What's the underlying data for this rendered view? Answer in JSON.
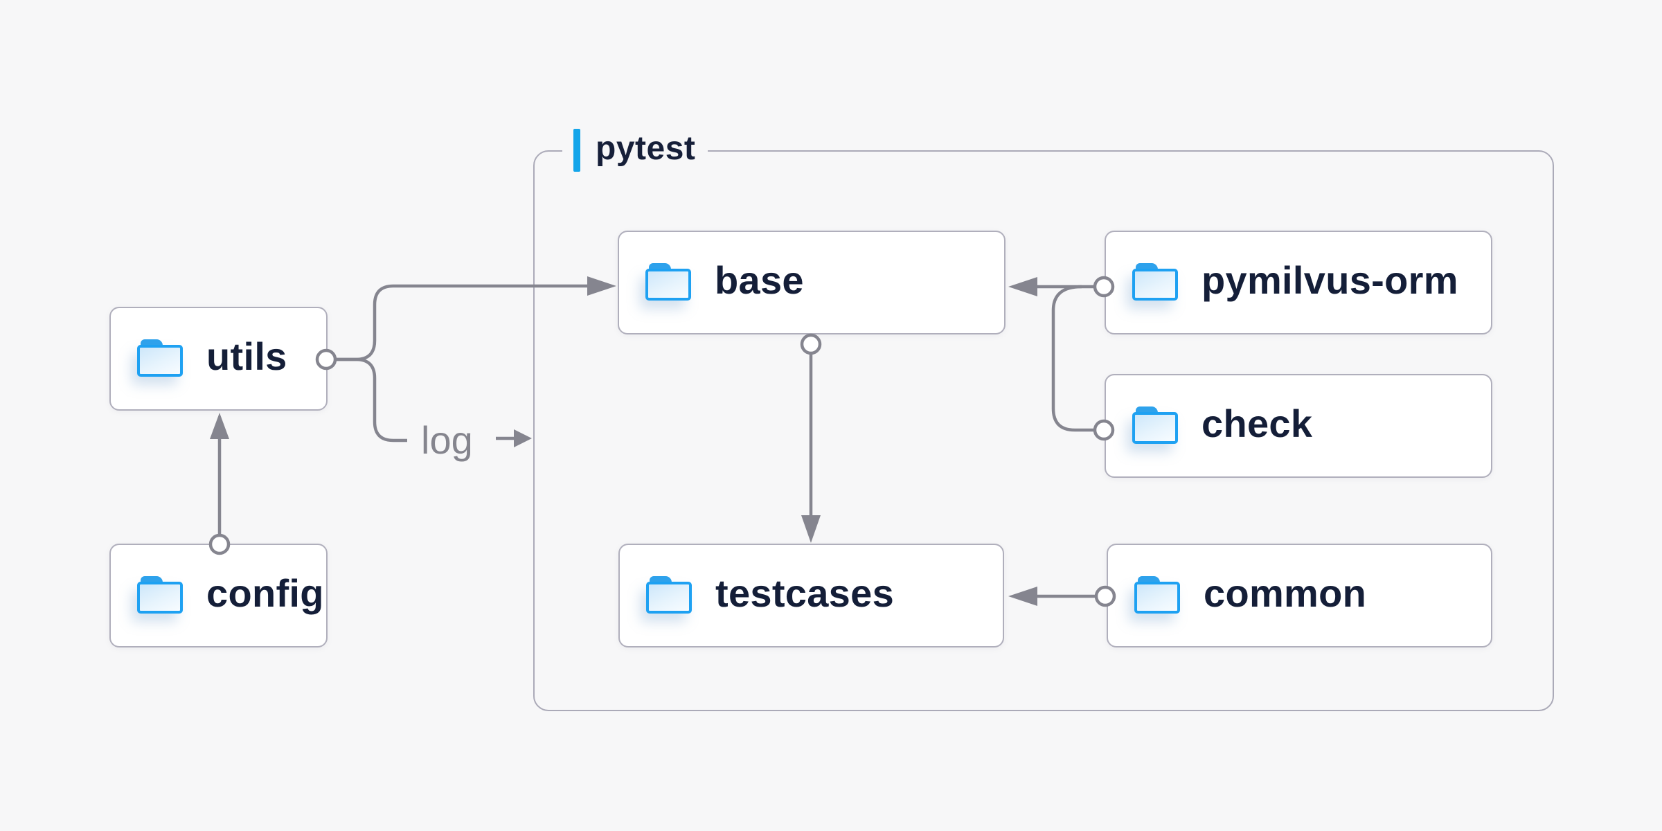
{
  "diagram": {
    "group": {
      "label": "pytest"
    },
    "nodes": [
      {
        "id": "utils",
        "label": "utils",
        "icon": "folder-icon"
      },
      {
        "id": "config",
        "label": "config",
        "icon": "folder-icon"
      },
      {
        "id": "base",
        "label": "base",
        "icon": "folder-icon"
      },
      {
        "id": "pymilvus-orm",
        "label": "pymilvus-orm",
        "icon": "folder-icon"
      },
      {
        "id": "check",
        "label": "check",
        "icon": "folder-icon"
      },
      {
        "id": "testcases",
        "label": "testcases",
        "icon": "folder-icon"
      },
      {
        "id": "common",
        "label": "common",
        "icon": "folder-icon"
      }
    ],
    "edge_label": "log",
    "edges": [
      {
        "from": "config",
        "to": "utils",
        "style": "circle-to-arrow"
      },
      {
        "from": "utils",
        "to": "base",
        "style": "circle-to-arrow"
      },
      {
        "from": "utils",
        "to": "pytest-group",
        "style": "circle-to-arrow",
        "label": "log"
      },
      {
        "from": "pymilvus-orm",
        "to": "base",
        "style": "circle-to-arrow"
      },
      {
        "from": "check",
        "to": "pymilvus-orm→base",
        "style": "circle-junction"
      },
      {
        "from": "base",
        "to": "testcases",
        "style": "circle-to-arrow"
      },
      {
        "from": "common",
        "to": "testcases",
        "style": "circle-to-arrow"
      }
    ],
    "colors": {
      "background": "#f7f7f8",
      "node_background": "#ffffff",
      "node_border": "#b0afbc",
      "group_border": "#abaab8",
      "node_text": "#141e38",
      "connector": "#85858f",
      "accent_bar": "#14a5ea",
      "folder_stroke": "#1ea1f2",
      "folder_tab": "#2ea2ec"
    }
  }
}
